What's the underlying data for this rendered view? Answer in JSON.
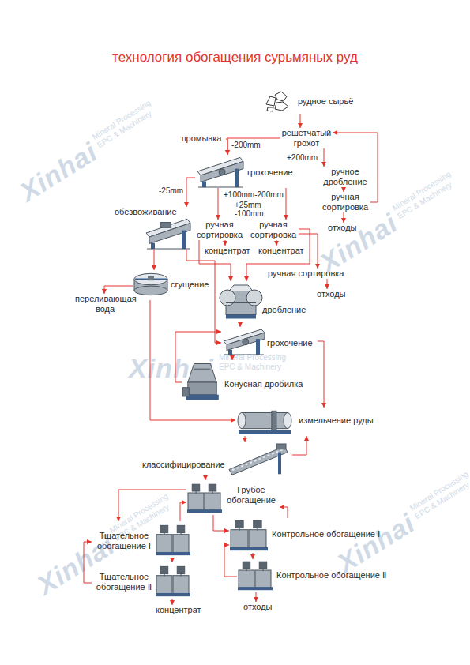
{
  "diagram": {
    "title": "технология обогащения сурьмяных руд",
    "nodes": [
      {
        "text": [
          "рудное сырьё"
        ]
      },
      {
        "text": [
          "решетчатый грохот"
        ]
      },
      {
        "text": [
          "промывка"
        ]
      },
      {
        "text": [
          "грохочение"
        ]
      },
      {
        "text": [
          "ручное дробление"
        ]
      },
      {
        "text": [
          "ручная сортировка"
        ]
      },
      {
        "text": [
          "отходы"
        ]
      },
      {
        "text": [
          "обезвоживание"
        ]
      },
      {
        "text": [
          "ручная сортировка"
        ]
      },
      {
        "text": [
          "ручная сортировка"
        ]
      },
      {
        "text": [
          "концентрат"
        ]
      },
      {
        "text": [
          "концентрат"
        ]
      },
      {
        "text": [
          "ручная сортировка"
        ]
      },
      {
        "text": [
          "сгущение"
        ]
      },
      {
        "text": [
          "переливающая вода"
        ]
      },
      {
        "text": [
          "отходы"
        ]
      },
      {
        "text": [
          "дробление"
        ]
      },
      {
        "text": [
          "грохочение"
        ]
      },
      {
        "text": [
          "Конусная дробилка"
        ]
      },
      {
        "text": [
          "измельчение руды"
        ]
      },
      {
        "text": [
          "классифицирование"
        ]
      },
      {
        "text": [
          "Грубое обогащение"
        ]
      },
      {
        "text": [
          "Тщательное обогащение Ⅰ"
        ]
      },
      {
        "text": [
          "Контрольное обогащение Ⅰ"
        ]
      },
      {
        "text": [
          "Тщательное обогащение Ⅱ"
        ]
      },
      {
        "text": [
          "Контрольное обогащение Ⅱ"
        ]
      },
      {
        "text": [
          "концентрат"
        ]
      },
      {
        "text": [
          "отходы"
        ]
      }
    ],
    "edges": [
      {
        "from": 0,
        "to": 1,
        "arrow": "to"
      },
      {
        "from": 1,
        "to": 3,
        "label": "-200mm",
        "arrow": "to"
      },
      {
        "from": 2,
        "to": 3,
        "arrow": "to"
      },
      {
        "from": 1,
        "to": 4,
        "label": "+200mm",
        "arrow": "to"
      },
      {
        "from": 4,
        "to": 5,
        "arrow": "to"
      },
      {
        "from": 5,
        "to": 6,
        "arrow": "to"
      },
      {
        "from": 5,
        "to": 1,
        "arrow": "to"
      },
      {
        "from": 3,
        "to": 7,
        "label": "-25mm",
        "arrow": "to"
      },
      {
        "from": 3,
        "to": 8,
        "label": "+100mm-200mm",
        "arrow": "to"
      },
      {
        "from": 3,
        "to": 9,
        "label": "+25mm -100mm",
        "arrow": "to"
      },
      {
        "from": 8,
        "to": 10,
        "arrow": "to"
      },
      {
        "from": 9,
        "to": 11,
        "arrow": "to"
      },
      {
        "from": 8,
        "to": 16,
        "arrow": "to"
      },
      {
        "from": 9,
        "to": 16,
        "arrow": "to"
      },
      {
        "from": 9,
        "to": 12,
        "arrow": "to"
      },
      {
        "from": 12,
        "to": 15,
        "arrow": "to"
      },
      {
        "from": 7,
        "to": 13,
        "arrow": "to"
      },
      {
        "from": 13,
        "to": 14,
        "arrow": "to"
      },
      {
        "from": 7,
        "to": 17,
        "arrow": "to"
      },
      {
        "from": 13,
        "to": 19,
        "arrow": "to"
      },
      {
        "from": 16,
        "to": 17,
        "arrow": "to"
      },
      {
        "from": 17,
        "to": 18,
        "arrow": "to"
      },
      {
        "from": 18,
        "to": 17,
        "arrow": "to"
      },
      {
        "from": 17,
        "to": 19,
        "arrow": "to"
      },
      {
        "from": 19,
        "to": 20,
        "arrow": "to"
      },
      {
        "from": 20,
        "to": 19,
        "arrow": "to"
      },
      {
        "from": 20,
        "to": 21,
        "arrow": "to"
      },
      {
        "from": 21,
        "to": 22,
        "arrow": "to"
      },
      {
        "from": 21,
        "to": 23,
        "arrow": "to"
      },
      {
        "from": 22,
        "to": 24,
        "arrow": "to"
      },
      {
        "from": 24,
        "to": 22,
        "arrow": "to"
      },
      {
        "from": 22,
        "to": 21,
        "arrow": "to"
      },
      {
        "from": 23,
        "to": 21,
        "arrow": "to"
      },
      {
        "from": 23,
        "to": 25,
        "arrow": "to"
      },
      {
        "from": 25,
        "to": 23,
        "arrow": "to"
      },
      {
        "from": 24,
        "to": 26,
        "arrow": "to"
      },
      {
        "from": 25,
        "to": 27,
        "arrow": "to"
      }
    ],
    "labels": [
      "Xinhai",
      "Mineral Processing EPC & Machinery",
      "Xinhai",
      "Mineral Processing EPC & Machinery",
      "Xinhai",
      "Mineral Processing EPC & Machinery",
      "Xinhai",
      "Mineral Processing EPC & Machinery",
      "Xinhai",
      "Mineral Processing EPC & Machinery"
    ]
  }
}
